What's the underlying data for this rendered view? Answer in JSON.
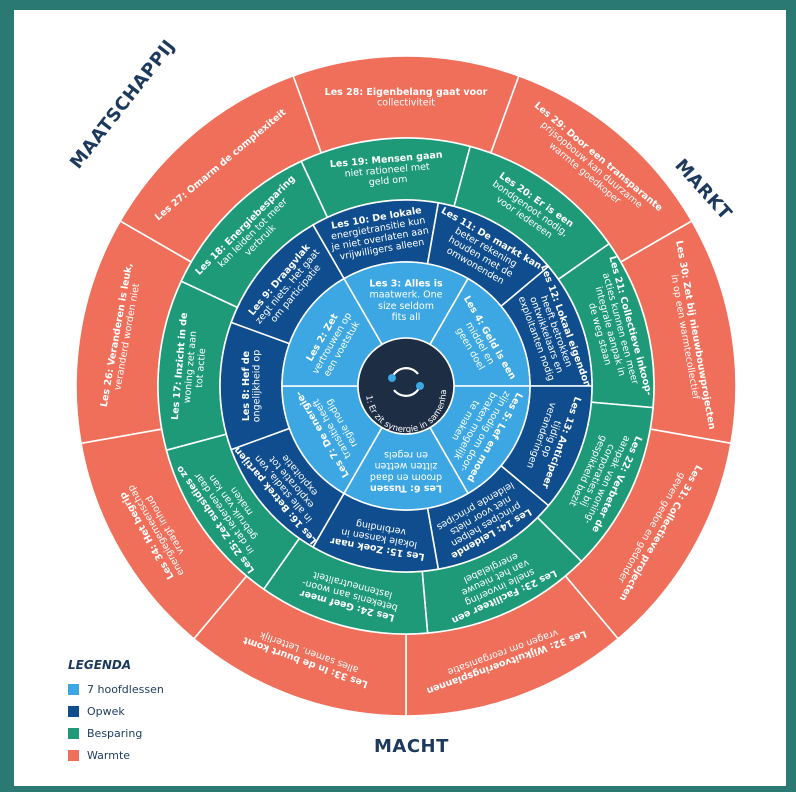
{
  "corner_labels": {
    "maatschappij": "MAATSCHAPPIJ",
    "markt": "MARKT",
    "macht": "MACHT"
  },
  "legend": {
    "title": "LEGENDA",
    "items": [
      {
        "label": "7 hoofdlessen",
        "color": "#3ca7e2"
      },
      {
        "label": "Opwek",
        "color": "#0f4d8e"
      },
      {
        "label": "Besparing",
        "color": "#1e9a78"
      },
      {
        "label": "Warmte",
        "color": "#ef6f5b"
      }
    ]
  },
  "colors": {
    "center": "#1d2d44",
    "hoofdlessen": "#3ca7e2",
    "opwek": "#0f4d8e",
    "besparing": "#1e9a78",
    "warmte": "#ef6f5b",
    "divider": "#ffffff",
    "background": "#2a7a73"
  },
  "center": {
    "icon": "sync-arrows-icon",
    "lines": [
      "Les 1: Er zit synergie in samenhang"
    ]
  },
  "rings": [
    {
      "ring": "hoofdlessen",
      "sectors": [
        {
          "lines": [
            "Les 3: Alles is",
            "maatwerk. One",
            "size seldom",
            "fits all"
          ]
        },
        {
          "lines": [
            "Les 4: Geld is een",
            "middel en",
            "geen doel"
          ]
        },
        {
          "lines": [
            "Les 5: Lef en moed",
            "zijn nodig om door-",
            "braken mogelijk",
            "te maken"
          ]
        },
        {
          "lines": [
            "Les 6: Tussen",
            "droom en daad",
            "zitten wetten",
            "en regels"
          ]
        },
        {
          "lines": [
            "Les 7: De energie-",
            "transitie heeft",
            "regie nodig"
          ]
        },
        {
          "lines": [
            "Les 2: Zet",
            "vertrouwen op",
            "een voetstuk"
          ]
        }
      ]
    },
    {
      "ring": "opwek",
      "sectors": [
        {
          "lines": [
            "Les 10: De lokale",
            "energietransitie kun",
            "je niet overlaten aan",
            "vrijwilligers alleen"
          ]
        },
        {
          "lines": [
            "Les 11: De markt kan",
            "beter rekening",
            "houden met de",
            "omwonenden"
          ]
        },
        {
          "lines": [
            "Les 12: Lokaal eigendom",
            "heeft betrokken",
            "ontwikkelaars en",
            "exploitanten nodig"
          ]
        },
        {
          "lines": [
            "Les 13: Anticipeer",
            "tijdig op",
            "veranderingen"
          ]
        },
        {
          "lines": [
            "Les 14: Leidende",
            "principes helpen",
            "niet voor niets",
            "leidende principes"
          ]
        },
        {
          "lines": [
            "Les 15: Zoek naar",
            "lokale kansen in",
            "verbinding"
          ]
        },
        {
          "lines": [
            "Les 16: Betrek partijen",
            "in alle stadia, van",
            "exploratie tot",
            "exploitatie"
          ]
        },
        {
          "lines": [
            "Les 8: Hef de",
            "ongelijkheid op"
          ]
        },
        {
          "lines": [
            "Les 9: Draagvlak",
            "zegt niets. Het gaat",
            "om participatie"
          ]
        }
      ]
    },
    {
      "ring": "besparing",
      "sectors": [
        {
          "lines": [
            "Les 19: Mensen gaan",
            "niet rationeel met",
            "geld om"
          ]
        },
        {
          "lines": [
            "Les 20: Er is een",
            "bondgenoot nodig,",
            "voor iedereen"
          ]
        },
        {
          "lines": [
            "Les 21: Collectieve inkoop-",
            "acties kunnen een meer",
            "integrale aanpak in",
            "de weg staan"
          ]
        },
        {
          "lines": [
            "Les 22: Verbeter de",
            "aanpak van woning-",
            "corporaties bij",
            "gespikkeld bezit"
          ]
        },
        {
          "lines": [
            "Les 23: Faciliteer een",
            "snelle invoering",
            "van het nieuwe",
            "energielabel"
          ]
        },
        {
          "lines": [
            "Les 24: Geef meer",
            "betekenis aan woon-",
            "lastenneutraliteit"
          ]
        },
        {
          "lines": [
            "Les 25: Zet subsidies zo",
            "in dat iedereen daar",
            "gebruik van kan",
            "maken"
          ]
        },
        {
          "lines": [
            "Les 17: Inzicht in de",
            "woning zet aan",
            "tot actie"
          ]
        },
        {
          "lines": [
            "Les 18: Energiebesparing",
            "kan leiden tot meer",
            "verbruik"
          ]
        }
      ]
    },
    {
      "ring": "warmte",
      "sectors": [
        {
          "lines": [
            "Les 28: Eigenbelang gaat voor",
            "collectiviteit"
          ]
        },
        {
          "lines": [
            "Les 29: Door een transparante",
            "prijsopbouw kan duurzame",
            "warmte goedkoper"
          ]
        },
        {
          "lines": [
            "Les 30: Zet bij nieuwbouwprojecten",
            "in op een warmtecollectief"
          ]
        },
        {
          "lines": [
            "Les 31: Collectieve projecten",
            "geven gedoe en gedonder"
          ]
        },
        {
          "lines": [
            "Les 32: Wijkuitvoeringsplannen",
            "vragen om reorganisatie"
          ]
        },
        {
          "lines": [
            "Les 33: In de buurt komt",
            "alles samen. Letterlijk"
          ]
        },
        {
          "lines": [
            "Les 34: Het begrip",
            "energiegemeenschap",
            "vraagt inhoud"
          ]
        },
        {
          "lines": [
            "Les 26: Veranderen is leuk,",
            "veranderd worden niet"
          ]
        },
        {
          "lines": [
            "Les 27: Omarm de complexiteit"
          ]
        }
      ]
    }
  ]
}
